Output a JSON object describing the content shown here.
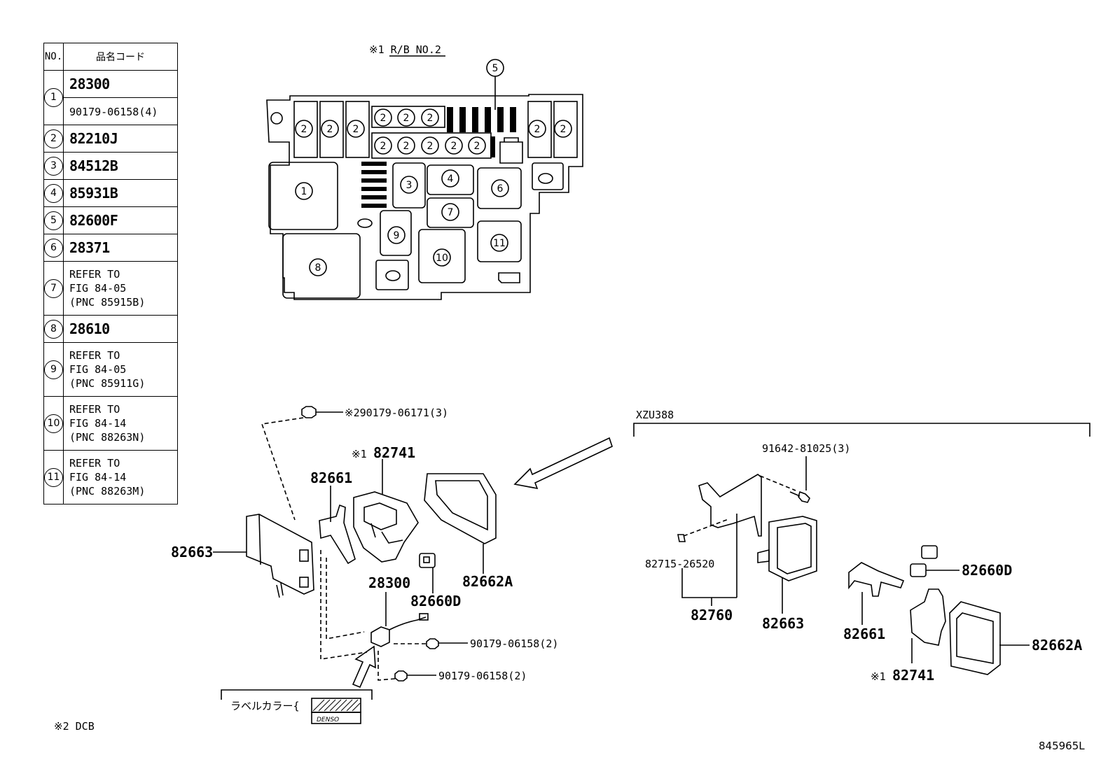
{
  "parts_table": {
    "header_no": "NO.",
    "header_code": "品名コード",
    "rows": [
      {
        "no": "1",
        "codes": [
          "28300",
          "90179-06158(4)"
        ]
      },
      {
        "no": "2",
        "codes": [
          "82210J"
        ]
      },
      {
        "no": "3",
        "codes": [
          "84512B"
        ]
      },
      {
        "no": "4",
        "codes": [
          "85931B"
        ]
      },
      {
        "no": "5",
        "codes": [
          "82600F"
        ]
      },
      {
        "no": "6",
        "codes": [
          "28371"
        ]
      },
      {
        "no": "7",
        "ref": "REFER TO\nFIG 84-05\n(PNC 85915B)"
      },
      {
        "no": "8",
        "codes": [
          "28610"
        ]
      },
      {
        "no": "9",
        "ref": "REFER TO\nFIG 84-05\n(PNC 85911G)"
      },
      {
        "no": "10",
        "ref": "REFER TO\nFIG 84-14\n(PNC 88263N)"
      },
      {
        "no": "11",
        "ref": "REFER TO\nFIG 84-14\n(PNC 88263M)"
      }
    ]
  },
  "relay_block": {
    "title": "※1 R/B NO.2",
    "positions": [
      "1",
      "2",
      "3",
      "4",
      "5",
      "6",
      "7",
      "8",
      "9",
      "10",
      "11"
    ]
  },
  "exploded_view": {
    "labels": {
      "bolt_top": "※290179-06171(3)",
      "p82741": "82741",
      "p82741_mark": "※1",
      "p82661": "82661",
      "p82663": "82663",
      "p82662A": "82662A",
      "p28300": "28300",
      "p82660D": "82660D",
      "nut1": "90179-06158(2)",
      "nut2": "90179-06158(2)",
      "label_color": "ラベルカラー{",
      "denso": "DENSO"
    }
  },
  "xzu_view": {
    "title": "XZU388",
    "labels": {
      "bolt": "91642-81025(3)",
      "clip": "82715-26520",
      "p82760": "82760",
      "p82663": "82663",
      "p82661": "82661",
      "p82741": "82741",
      "p82741_mark": "※1",
      "p82660D": "82660D",
      "p82662A": "82662A"
    }
  },
  "footnote": "※2 DCB",
  "figure_code": "845965L"
}
